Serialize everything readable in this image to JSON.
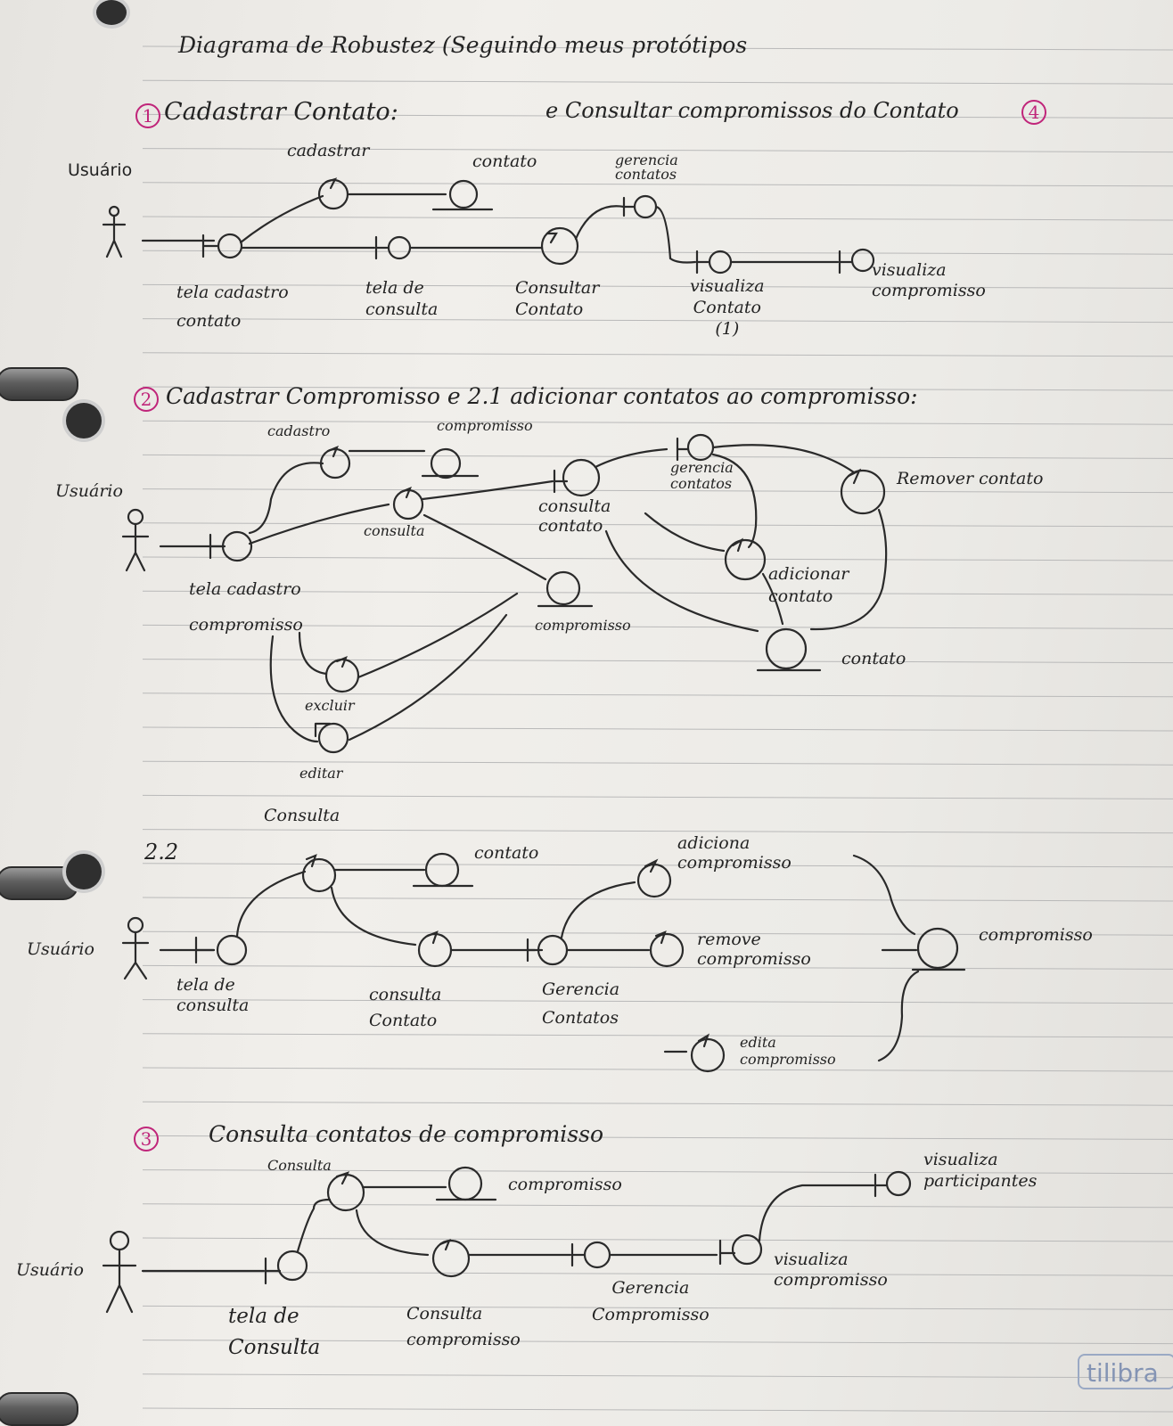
{
  "title": "Diagrama de Robustez (Seguindo meus protótipos",
  "brand": "tilibra",
  "section1": {
    "number": "1",
    "heading": "Cadastrar Contato:",
    "heading2": "e Consultar compromissos do Contato",
    "number2": "4",
    "actor": "Usuário",
    "labels": {
      "cadastrar": "cadastrar",
      "contato": "contato",
      "gerencia": "gerencia\ncontatos",
      "tela_cadastro": "tela cadastro\ncontato",
      "tela_consulta": "tela de\nconsulta",
      "consultar": "Consultar\nContato",
      "visualiza_contato": "visualiza\nContato\n(1)",
      "visualiza_compromisso": "visualiza\ncompromisso"
    }
  },
  "section2": {
    "number": "2",
    "heading": "Cadastrar Compromisso e 2.1 adicionar contatos ao compromisso:",
    "actor": "Usuário",
    "labels": {
      "cadastro": "cadastro",
      "compromisso_top": "compromisso",
      "consulta": "consulta",
      "consulta_contato": "consulta\ncontato",
      "gerencia_contatos": "gerencia\ncontatos",
      "remover": "Remover contato",
      "adicionar": "adicionar\ncontato",
      "compromisso_entity": "compromisso",
      "contato": "contato",
      "tela": "tela cadastro\ncompromisso",
      "excluir": "excluir",
      "editar": "editar"
    }
  },
  "section22": {
    "number": "2.2",
    "heading": "Consulta",
    "actor": "Usuário",
    "labels": {
      "contato": "contato",
      "adiciona": "adiciona\ncompromisso",
      "remove": "remove\ncompromisso",
      "compromisso": "compromisso",
      "edita": "edita\ncompromisso",
      "tela": "tela de\nconsulta",
      "consulta_contato": "consulta\nContato",
      "gerencia": "Gerencia\nContatos"
    }
  },
  "section3": {
    "number": "3",
    "heading": "Consulta contatos de compromisso",
    "actor": "Usuário",
    "labels": {
      "consulta": "Consulta",
      "compromisso": "compromisso",
      "visualiza_participantes": "visualiza\nparticipantes",
      "visualiza_compromisso": "visualiza\ncompromisso",
      "tela": "tela de\nConsulta",
      "consulta_compromisso": "Consulta\ncompromisso",
      "gerencia": "Gerencia\nCompromisso"
    }
  }
}
